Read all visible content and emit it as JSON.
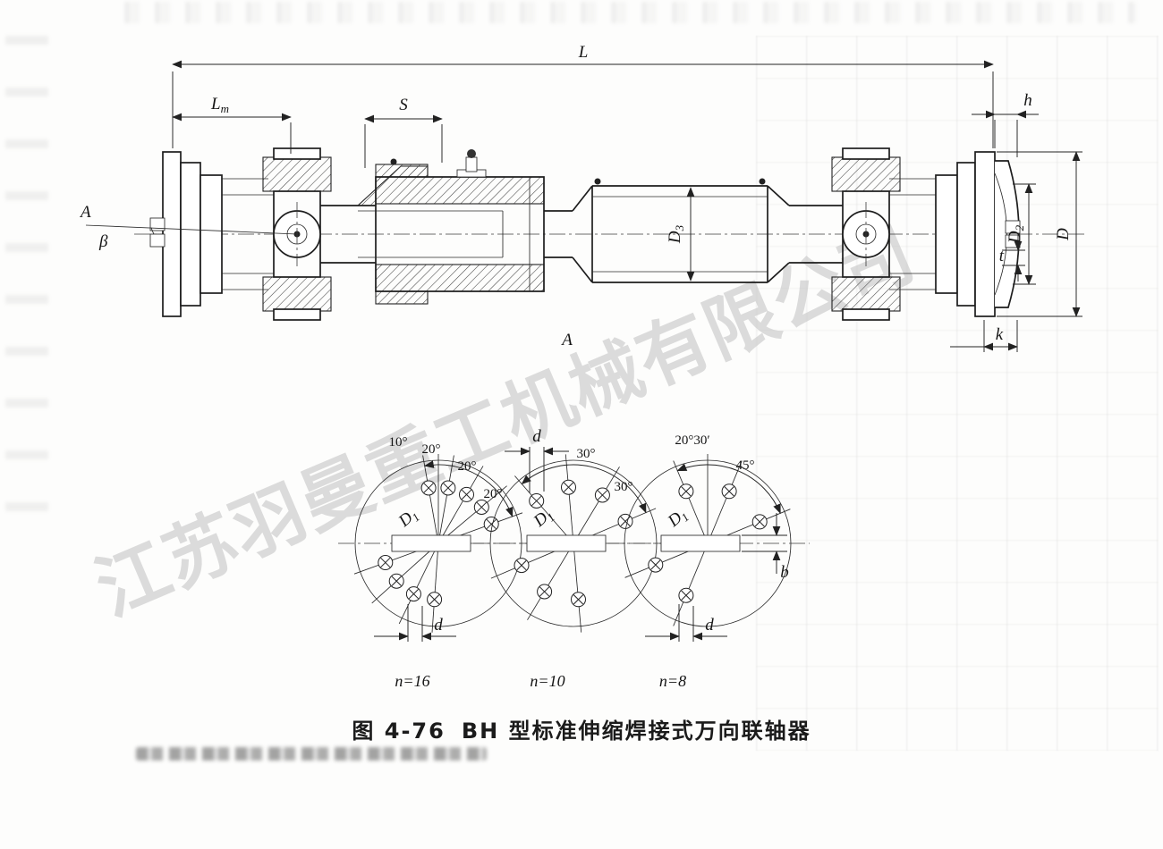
{
  "watermark": {
    "text": "江苏羽曼重工机械有限公司",
    "color": "#c7c7c7"
  },
  "caption": {
    "figure_no": "图 4-76",
    "title": "BH 型标准伸缩焊接式万向联轴器"
  },
  "drawing": {
    "dim_labels": {
      "L": "L",
      "Lm": {
        "base": "L",
        "sub": "m"
      },
      "S": "S",
      "h": "h",
      "A_view": "A",
      "beta": "β",
      "D3": {
        "base": "D",
        "sub": "3"
      },
      "D2": {
        "base": "D",
        "sub": "2"
      },
      "D": "D",
      "t": "t",
      "k": "k",
      "A_section": "A"
    }
  },
  "bolt_circles": [
    {
      "n_label": "n=16",
      "angle_labels": [
        "10°",
        "20°",
        "20°",
        "20°"
      ],
      "d_label": "d",
      "D1": {
        "base": "D",
        "sub": "1"
      }
    },
    {
      "n_label": "n=10",
      "angle_labels": [
        "30°",
        "30°"
      ],
      "d_label": "d",
      "D1": {
        "base": "D",
        "sub": "1"
      }
    },
    {
      "n_label": "n=8",
      "angle_labels": [
        "20°30′",
        "45°"
      ],
      "d_label": "d",
      "b_label": "b",
      "D1": {
        "base": "D",
        "sub": "1"
      }
    }
  ]
}
